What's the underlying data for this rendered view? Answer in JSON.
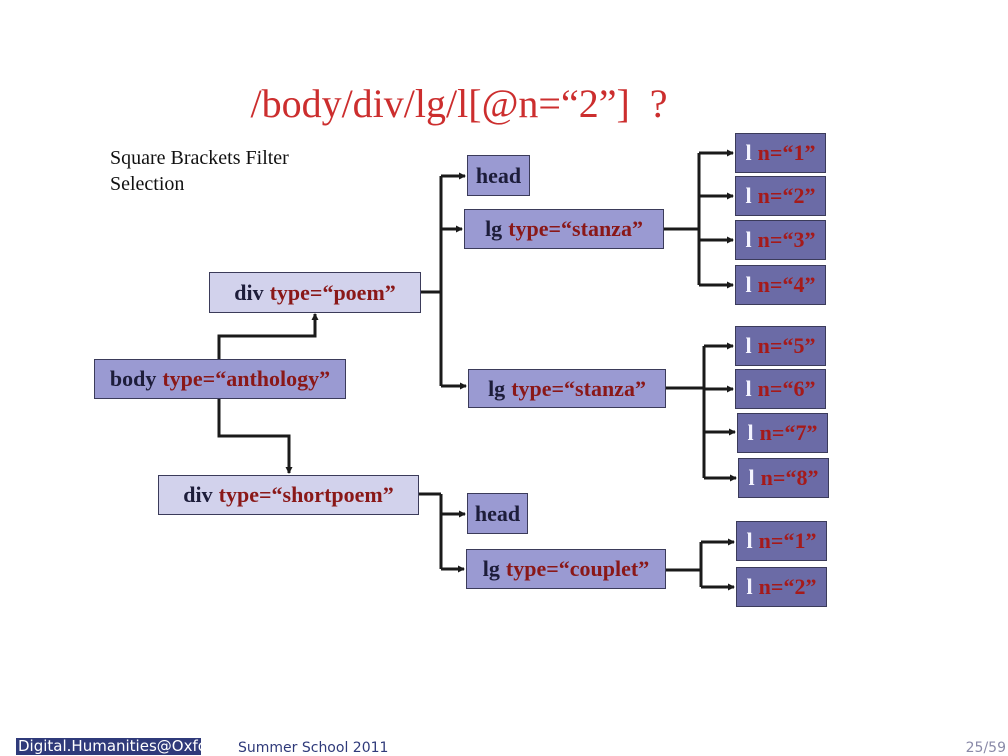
{
  "title": "/body/div/lg/l[@n=“2”]  ?",
  "subtitle": [
    "Square Brackets Filter",
    "Selection"
  ],
  "nodes": {
    "body": {
      "el": "body",
      "attr": "type=“anthology”"
    },
    "div_poem": {
      "el": "div",
      "attr": "type=“poem”"
    },
    "div_short": {
      "el": "div",
      "attr": "type=“shortpoem”"
    },
    "head1": {
      "el": "head",
      "attr": ""
    },
    "lg1": {
      "el": "lg",
      "attr": "type=“stanza”"
    },
    "lg2": {
      "el": "lg",
      "attr": "type=“stanza”"
    },
    "head2": {
      "el": "head",
      "attr": ""
    },
    "lg3": {
      "el": "lg",
      "attr": "type=“couplet”"
    },
    "l1": {
      "el": "l",
      "attr": "n=“1”"
    },
    "l2": {
      "el": "l",
      "attr": "n=“2”"
    },
    "l3": {
      "el": "l",
      "attr": "n=“3”"
    },
    "l4": {
      "el": "l",
      "attr": "n=“4”"
    },
    "l5": {
      "el": "l",
      "attr": "n=“5”"
    },
    "l6": {
      "el": "l",
      "attr": "n=“6”"
    },
    "l7": {
      "el": "l",
      "attr": "n=“7”"
    },
    "l8": {
      "el": "l",
      "attr": "n=“8”"
    },
    "c1": {
      "el": "l",
      "attr": "n=“1”"
    },
    "c2": {
      "el": "l",
      "attr": "n=“2”"
    }
  },
  "footer": {
    "logo": "Digital.Humanities@Oxford",
    "event": "Summer School 2011",
    "page": "25/59"
  }
}
